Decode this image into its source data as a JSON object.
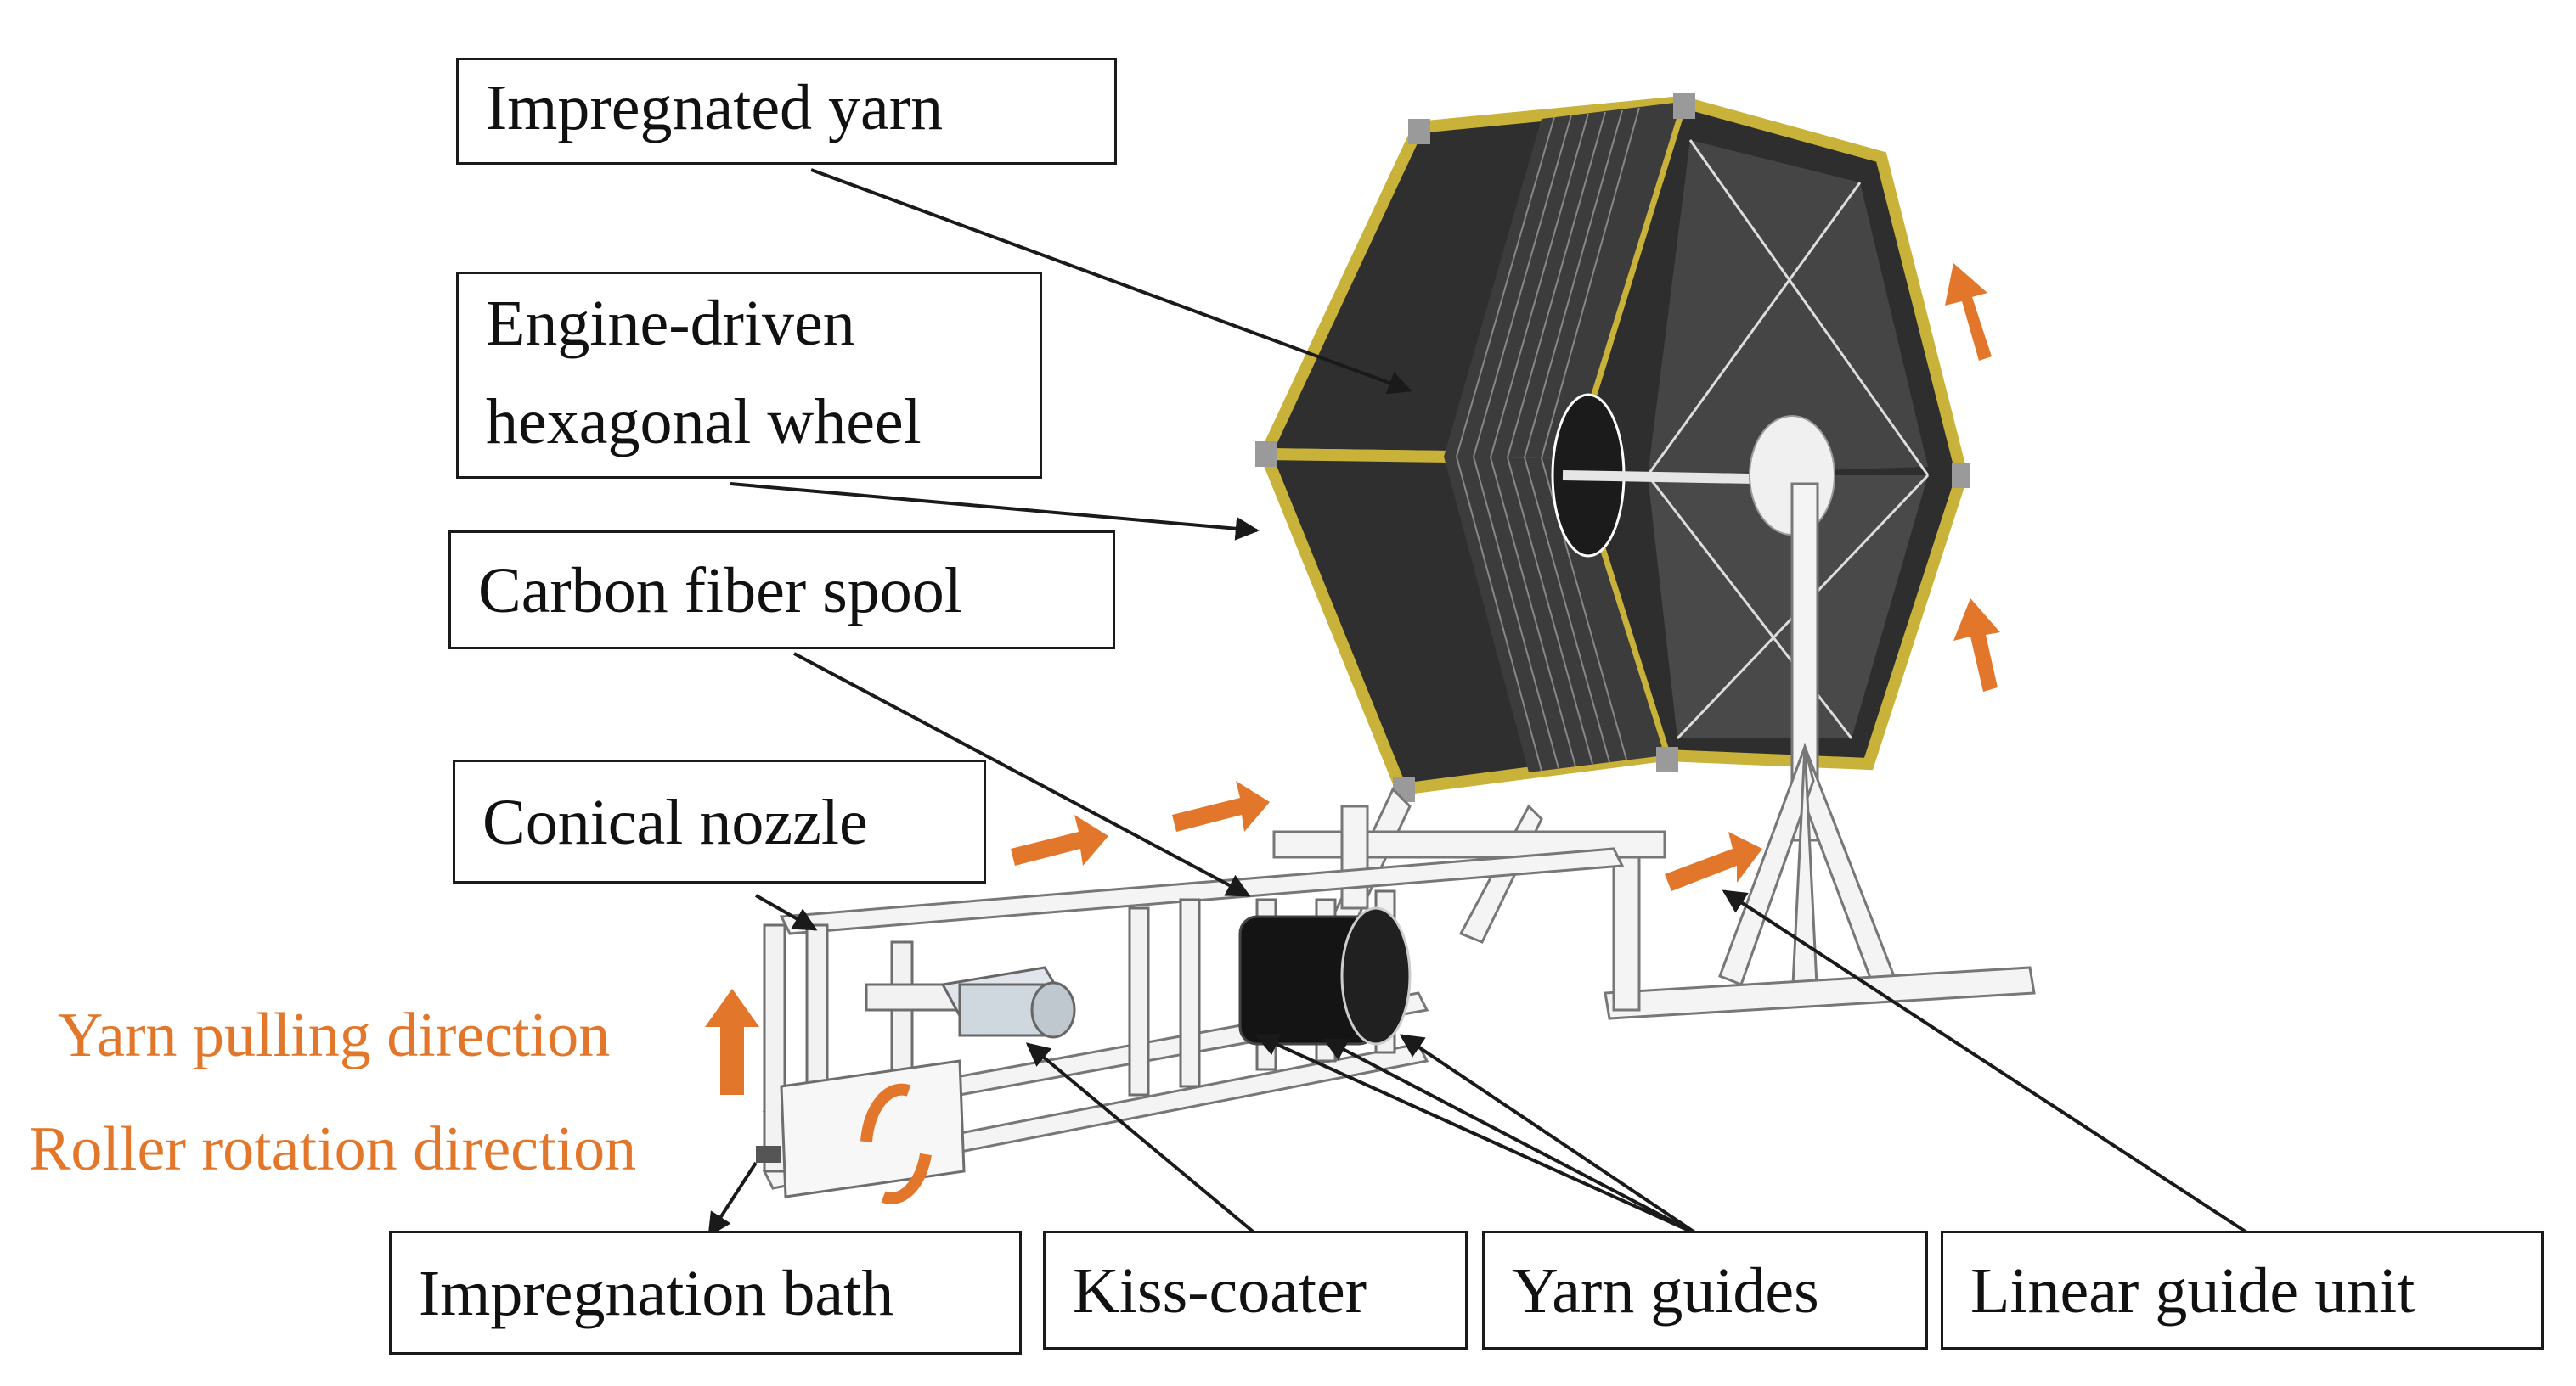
{
  "labels": {
    "impregnated_yarn": "Impregnated yarn",
    "hexagonal_wheel_line1": "Engine-driven",
    "hexagonal_wheel_line2": "hexagonal wheel",
    "carbon_fiber_spool": "Carbon fiber spool",
    "conical_nozzle": "Conical nozzle",
    "impregnation_bath": "Impregnation bath",
    "kiss_coater": "Kiss-coater",
    "yarn_guides": "Yarn guides",
    "linear_guide_unit": "Linear guide unit"
  },
  "legend": {
    "yarn_pulling_direction": "Yarn pulling direction",
    "roller_rotation_direction": "Roller rotation direction"
  },
  "colors": {
    "arrow_orange": "#e2762a",
    "panel_dark": "#3a3a3a",
    "frame_yellow": "#c9b23a"
  }
}
